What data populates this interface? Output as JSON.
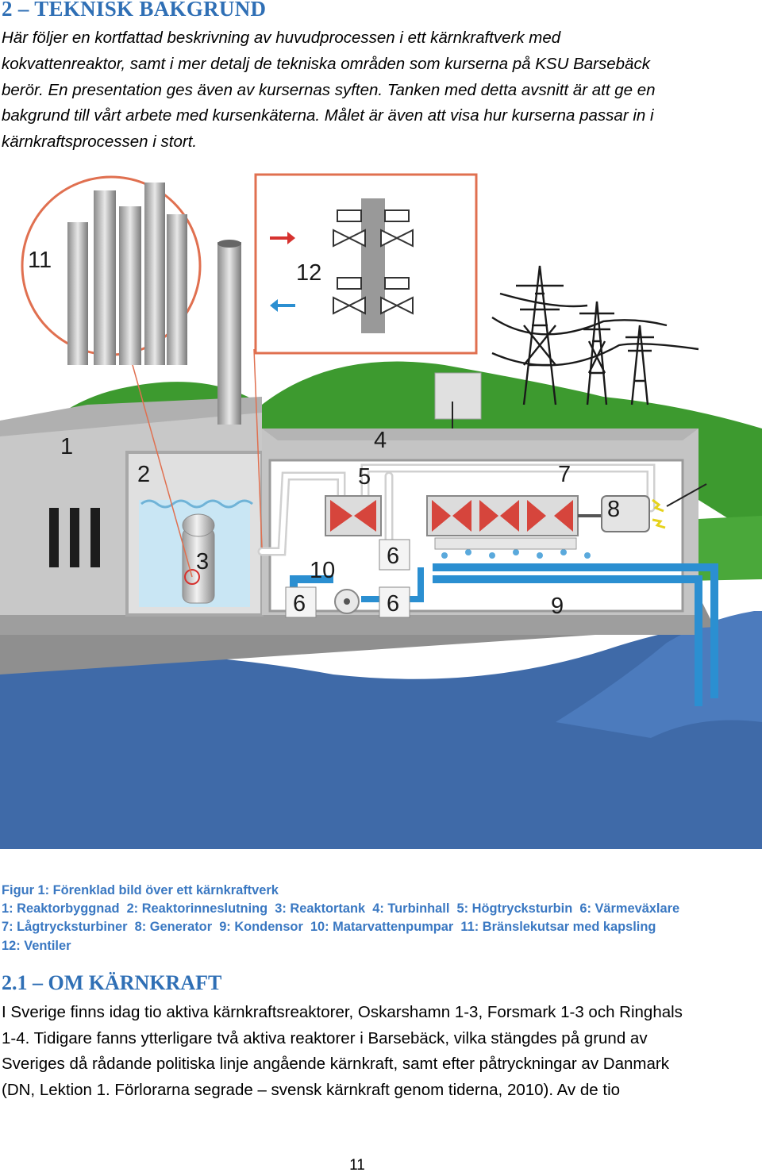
{
  "heading": "2 – TEKNISK BAKGRUND",
  "intro": {
    "lines": [
      "Här följer en kortfattad beskrivning av huvudprocessen i ett kärnkraftverk med",
      "kokvattenreaktor, samt i mer detalj de tekniska områden som kurserna på KSU Barsebäck",
      "berör. En presentation ges även av kursernas syften. Tanken med detta avsnitt är att ge en",
      "bakgrund till vårt arbete med kursenkäterna. Målet är även att visa hur kurserna passar in i",
      "kärnkraftsprocessen i stort."
    ]
  },
  "figure": {
    "labels": [
      "1",
      "2",
      "3",
      "4",
      "5",
      "6",
      "6",
      "6",
      "7",
      "8",
      "9",
      "10",
      "11",
      "12"
    ],
    "colors": {
      "sky": "#ffffff",
      "grass": "#3d9a2f",
      "water": "#3f6aa8",
      "building": "#c8c8c8",
      "pipe_red": "#d6322f",
      "pipe_blue": "#2b8fd1"
    }
  },
  "caption": {
    "title": "Figur 1: Förenklad bild över ett kärnkraftverk",
    "items": [
      "1: Reaktorbyggnad",
      "2: Reaktorinneslutning",
      "3: Reaktortank",
      "4: Turbinhall",
      "5: Högtrycksturbin",
      "6: Värmeväxlare",
      "7: Lågtrycksturbiner",
      "8: Generator",
      "9: Kondensor",
      "10: Matarvattenpumpar",
      "11: Bränslekutsar med kapsling",
      "12: Ventiler"
    ]
  },
  "section": {
    "heading": "2.1 – OM KÄRNKRAFT",
    "lines": [
      "I Sverige finns idag tio aktiva kärnkraftsreaktorer, Oskarshamn 1-3, Forsmark 1-3 och Ringhals",
      "1-4. Tidigare fanns ytterligare två aktiva reaktorer i Barsebäck, vilka stängdes på grund av",
      "Sveriges då rådande politiska linje angående kärnkraft, samt efter påtryckningar av Danmark",
      "(DN, Lektion 1. Förlorarna segrade – svensk kärnkraft genom tiderna, 2010). Av de tio"
    ]
  },
  "page_number": "11"
}
